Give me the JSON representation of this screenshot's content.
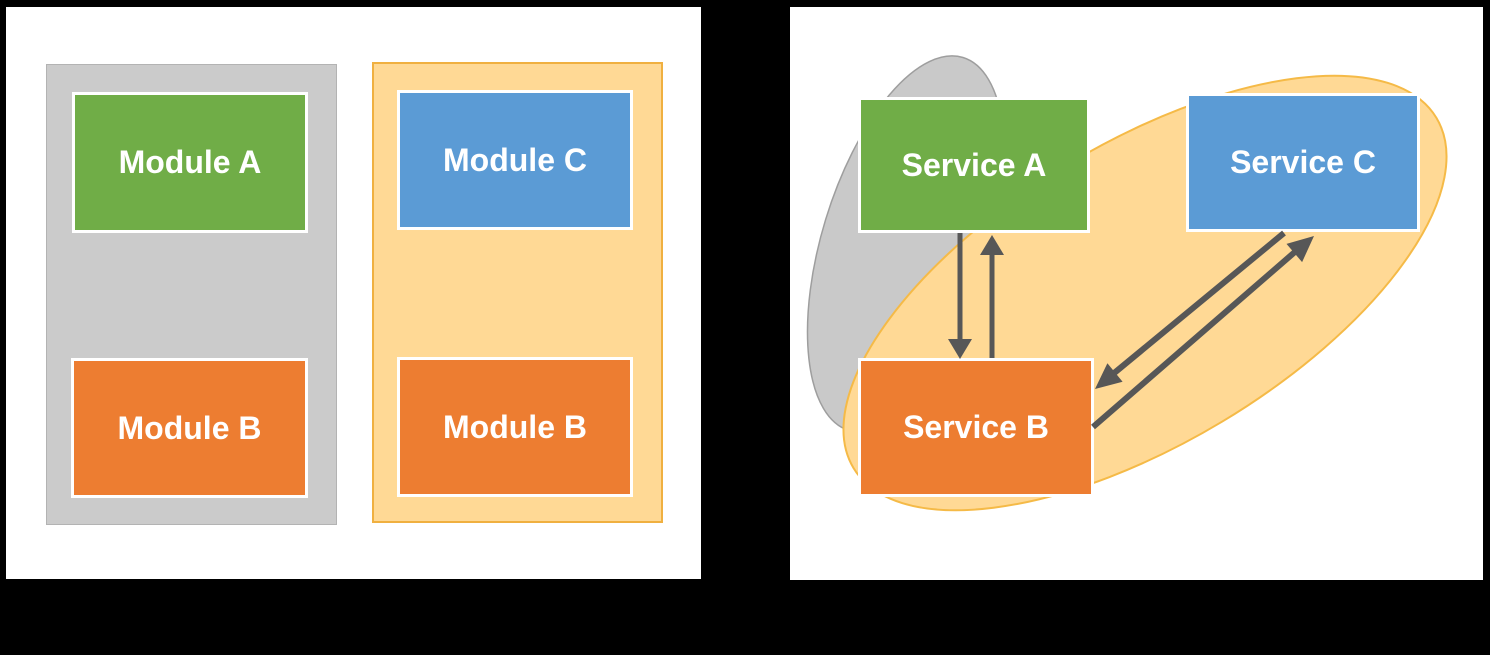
{
  "colors": {
    "page_bg": "#000000",
    "panel_bg": "#ffffff",
    "green": "#70AD47",
    "orange": "#ED7D31",
    "blue": "#5B9BD5",
    "box_border": "#ffffff",
    "label_text": "#ffffff",
    "container_gray_fill": "#CBCBCB",
    "container_gray_border": "#B3B3B3",
    "container_gold_fill": "#FFD995",
    "container_gold_border": "#F0B040",
    "ellipse_gray_fill": "#C9C9C9",
    "ellipse_gray_border": "#9E9E9E",
    "ellipse_gold_fill": "#FFD995",
    "ellipse_gold_border": "#F5BA47",
    "arrow": "#575757"
  },
  "left_panel": {
    "containers": [
      {
        "name": "gray-container",
        "modules": [
          {
            "label": "Module A",
            "color_key": "green"
          },
          {
            "label": "Module B",
            "color_key": "orange"
          }
        ]
      },
      {
        "name": "gold-container",
        "modules": [
          {
            "label": "Module C",
            "color_key": "blue"
          },
          {
            "label": "Module B",
            "color_key": "orange"
          }
        ]
      }
    ]
  },
  "right_panel": {
    "services": [
      {
        "label": "Service A",
        "color_key": "green"
      },
      {
        "label": "Service C",
        "color_key": "blue"
      },
      {
        "label": "Service B",
        "color_key": "orange"
      }
    ],
    "connections": [
      {
        "from": "Service A",
        "to": "Service B",
        "style": "vertical-arrow"
      },
      {
        "from": "Service B",
        "to": "Service A",
        "style": "vertical-arrow"
      },
      {
        "from": "Service B",
        "to": "Service C",
        "style": "diagonal-arrow"
      },
      {
        "from": "Service C",
        "to": "Service B",
        "style": "diagonal-arrow"
      }
    ]
  }
}
